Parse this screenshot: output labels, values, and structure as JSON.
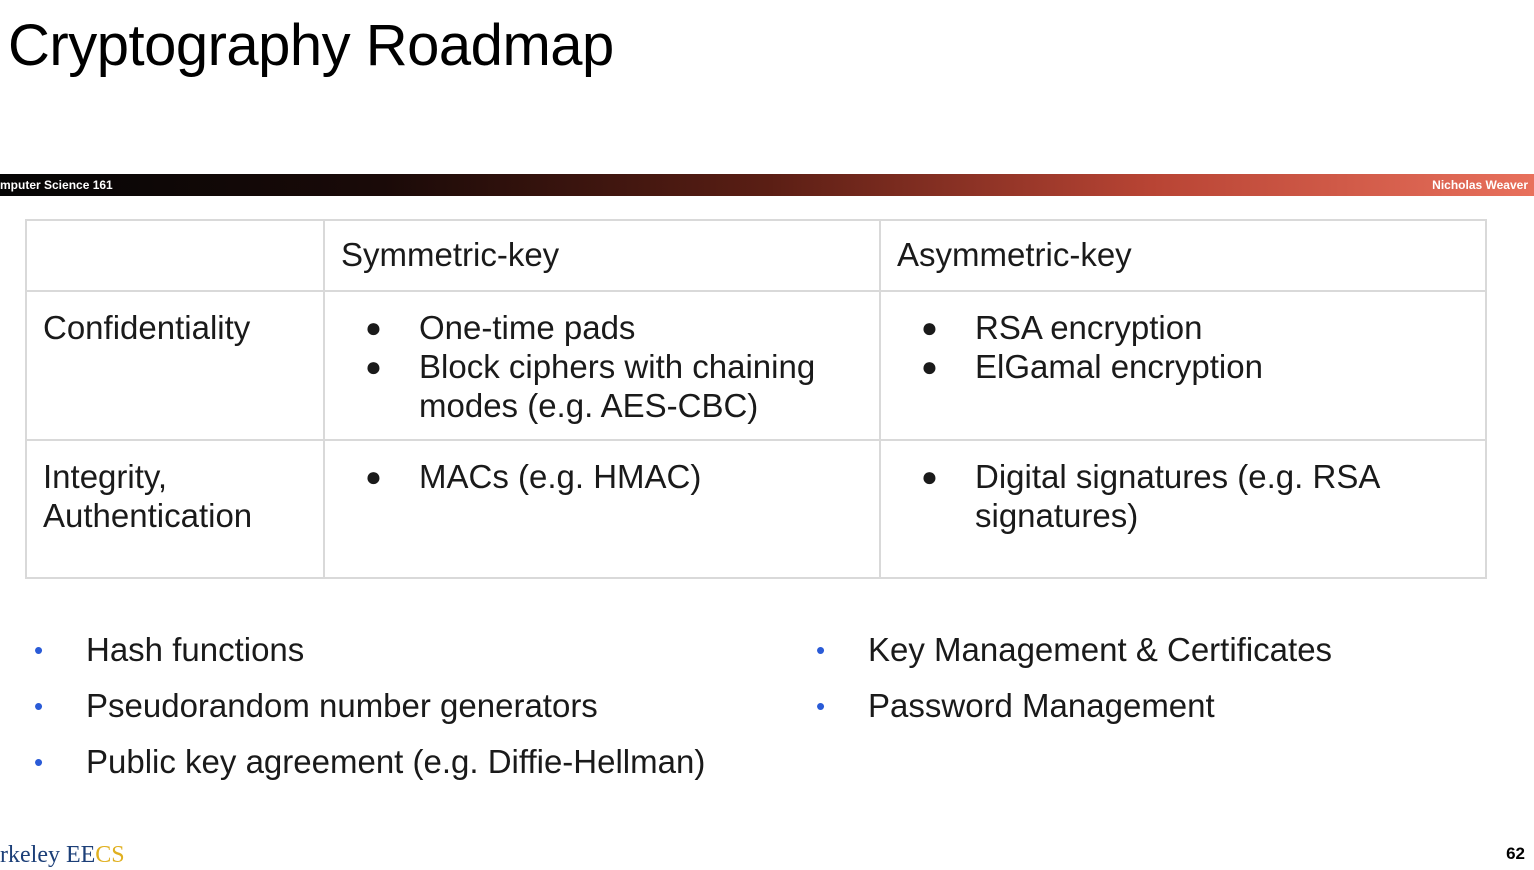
{
  "slide": {
    "title": "Cryptography Roadmap",
    "page_number": "62"
  },
  "banner": {
    "left_text": "mputer Science 161",
    "right_text": "Nicholas Weaver"
  },
  "table": {
    "headers": [
      "",
      "Symmetric-key",
      "Asymmetric-key"
    ],
    "rows": [
      {
        "label": "Confidentiality",
        "symmetric": [
          "One-time pads",
          "Block ciphers with chaining modes (e.g. AES-CBC)"
        ],
        "asymmetric": [
          "RSA encryption",
          "ElGamal encryption"
        ]
      },
      {
        "label": "Integrity, Authentication",
        "symmetric": [
          "MACs (e.g. HMAC)"
        ],
        "asymmetric": [
          "Digital signatures (e.g. RSA signatures)"
        ]
      }
    ]
  },
  "bullets_left": [
    "Hash functions",
    "Pseudorandom number generators",
    "Public key agreement (e.g. Diffie-Hellman)"
  ],
  "bullets_right": [
    "Key Management & Certificates",
    "Password Management"
  ],
  "footer_logo": {
    "part1": "rkeley ",
    "part2": "EE",
    "part3": "CS"
  },
  "bullet_glyph": "●",
  "blue_bullet_glyph": "•",
  "colors": {
    "accent_blue": "#2a5bd7",
    "banner_end": "#e8705c",
    "logo_blue": "#1c3f78",
    "logo_gold": "#e0b020"
  }
}
